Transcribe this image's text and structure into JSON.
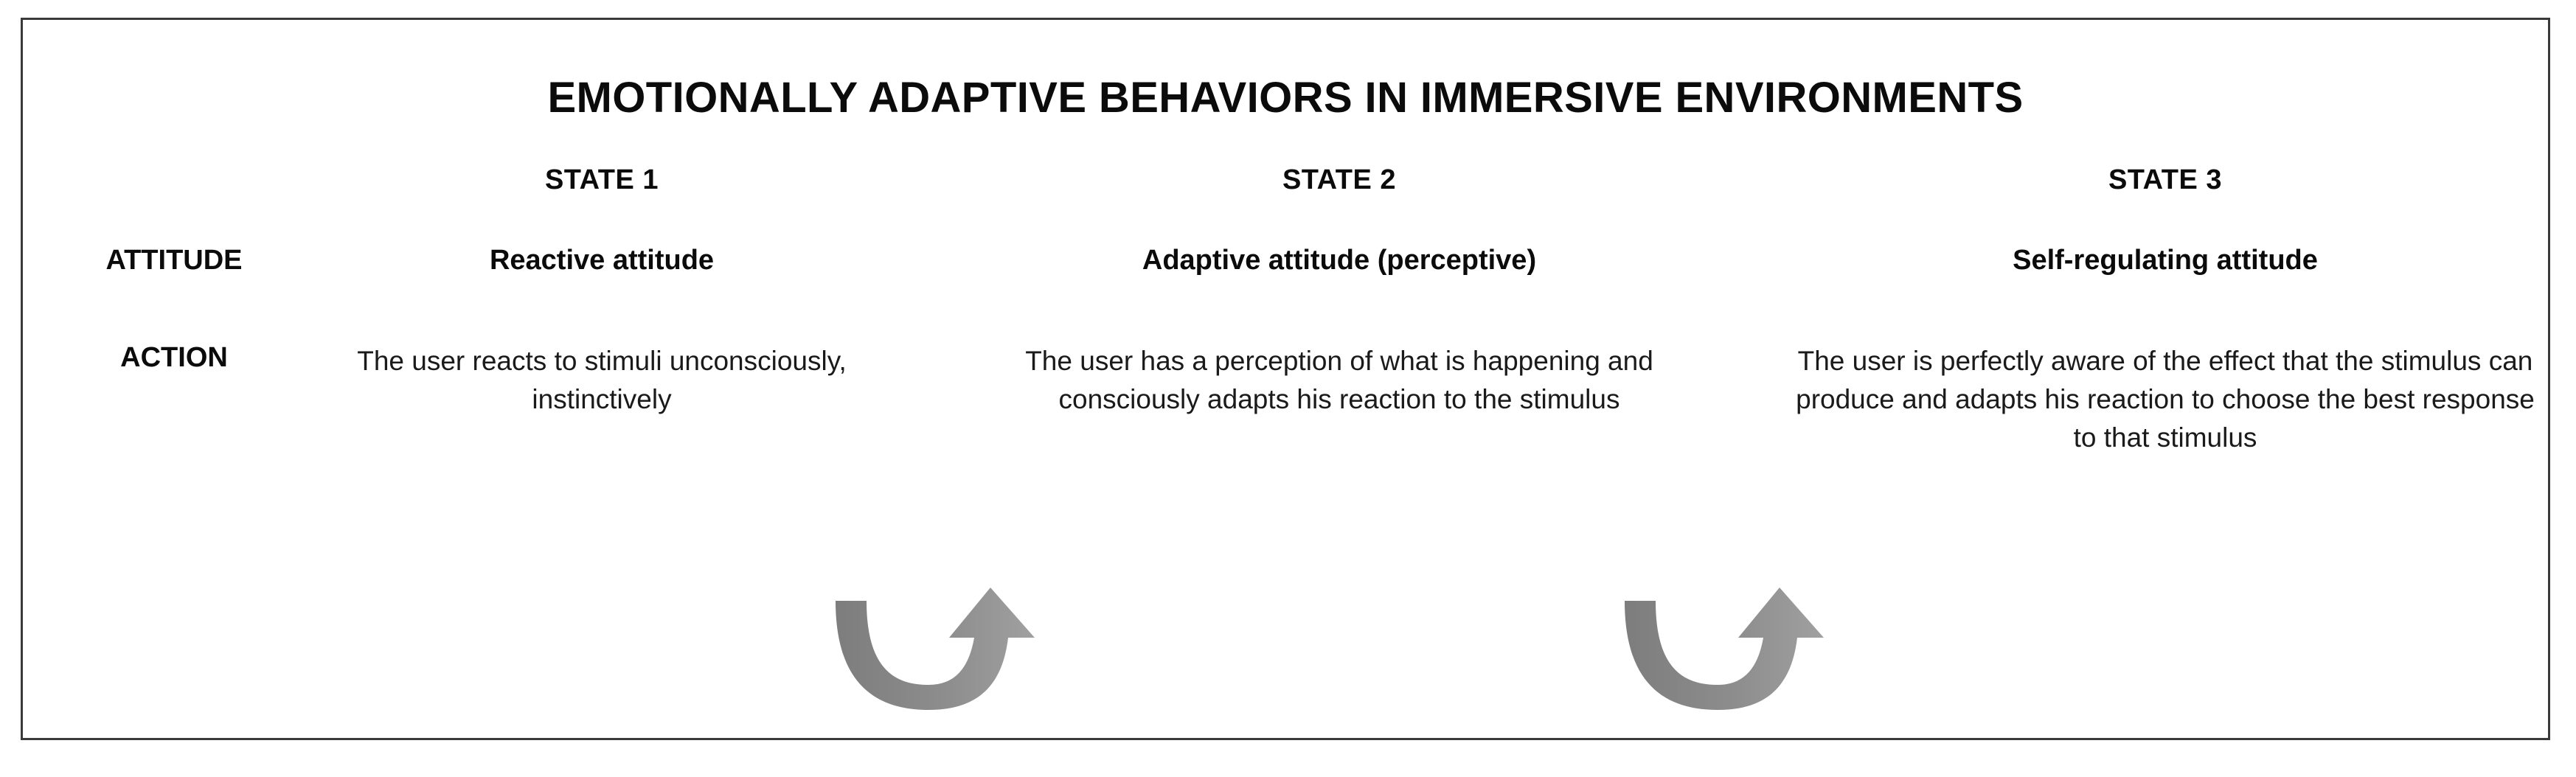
{
  "diagram": {
    "title": "EMOTIONALLY ADAPTIVE BEHAVIORS IN IMMERSIVE ENVIRONMENTS",
    "border_color": "#3a3a3a",
    "background_color": "#ffffff",
    "text_color": "#0b0b0b",
    "arrow_color": "#8a8a8a",
    "arrow_color_dark": "#7d7d7d"
  },
  "columns": [
    {
      "header": "STATE 1"
    },
    {
      "header": "STATE 2"
    },
    {
      "header": "STATE 3"
    }
  ],
  "rows": [
    {
      "label": "ATTITUDE",
      "cells": [
        "Reactive attitude",
        "Adaptive attitude (perceptive)",
        "Self-regulating attitude"
      ]
    },
    {
      "label": "ACTION",
      "cells": [
        "The user reacts to stimuli unconsciously, instinctively",
        "The user has a perception of what is happening and consciously adapts his reaction to the stimulus",
        "The user is perfectly aware of the effect that the stimulus can produce and adapts his reaction to choose the best response to that stimulus"
      ]
    }
  ],
  "arrows": [
    {
      "name": "state-1-to-2-arrow",
      "direction": "up-right-curved"
    },
    {
      "name": "state-2-to-3-arrow",
      "direction": "up-right-curved"
    }
  ]
}
